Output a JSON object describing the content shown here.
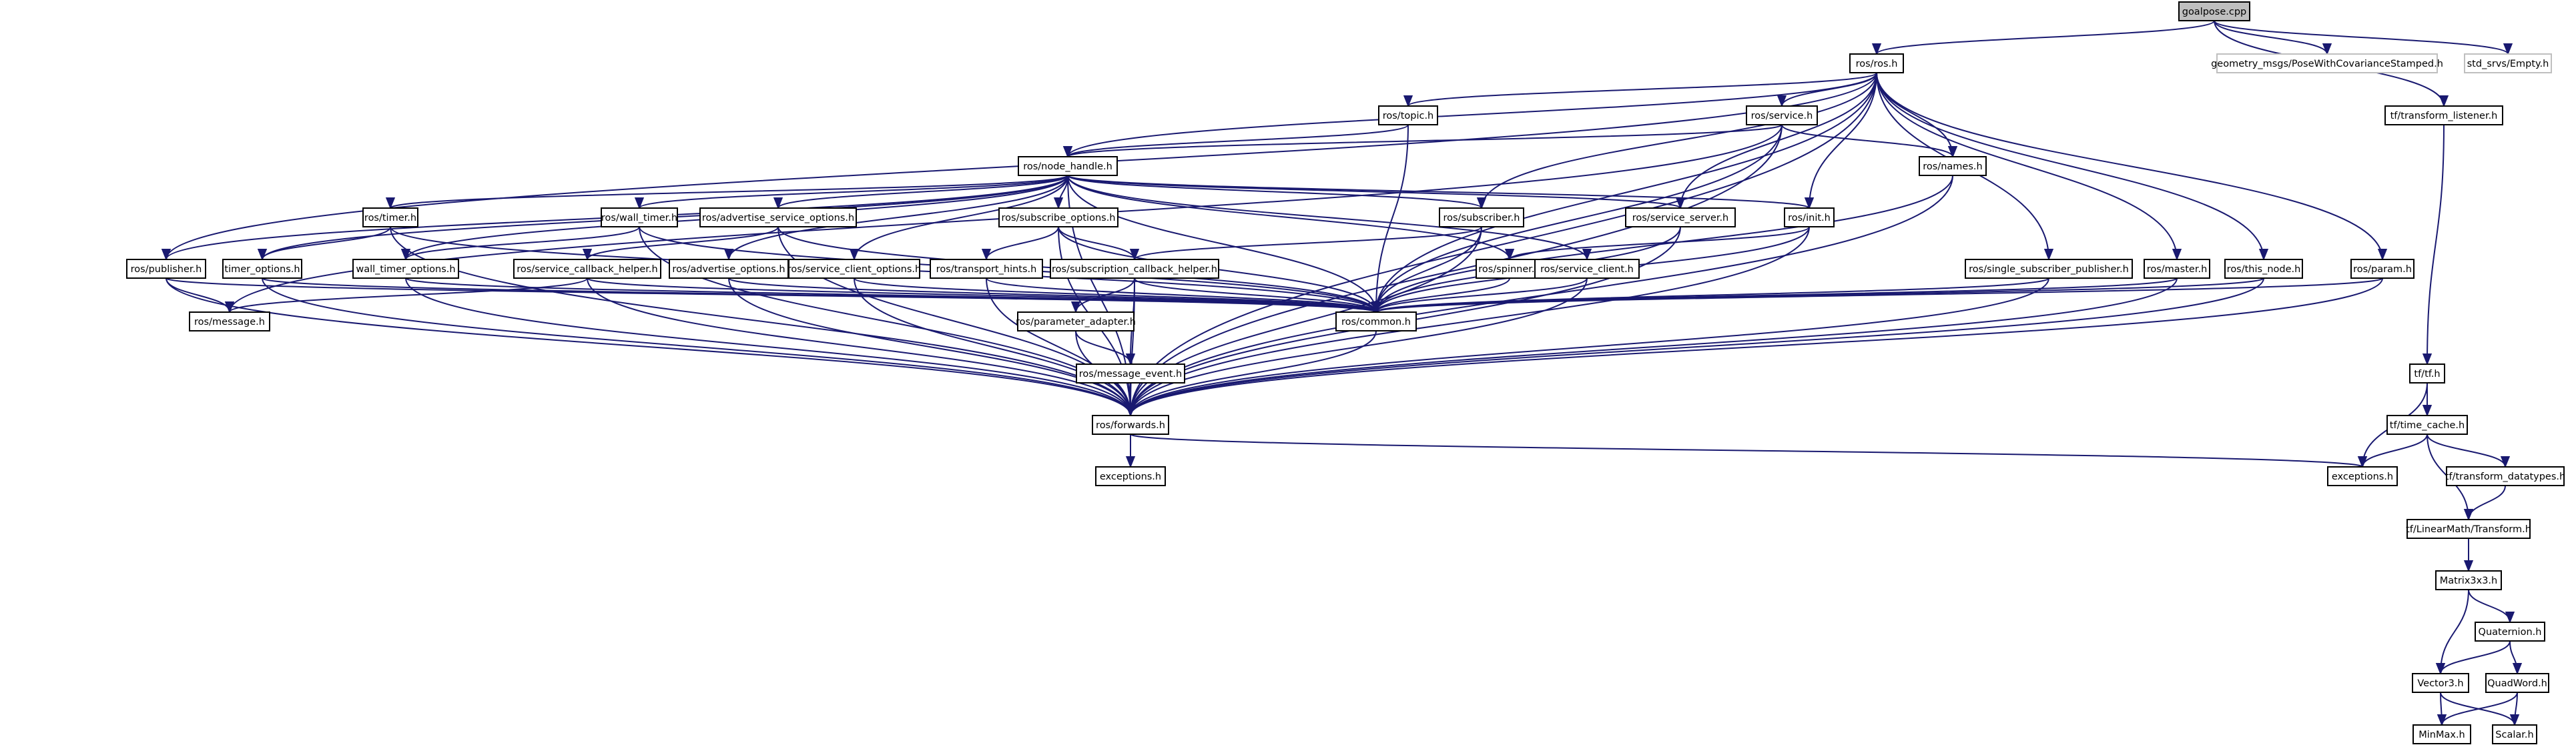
{
  "diagram": {
    "title": "",
    "edge_color": "#191970",
    "root_fill": "#bfbfbf",
    "external_border": "#bfbfbf",
    "nodes": [
      {
        "id": "goalpose",
        "label": "goalpose.cpp",
        "style": "root"
      },
      {
        "id": "ros_ros",
        "label": "ros/ros.h"
      },
      {
        "id": "geom",
        "label": "geometry_msgs/PoseWithCovarianceStamped.h",
        "style": "external"
      },
      {
        "id": "std_srvs",
        "label": "std_srvs/Empty.h",
        "style": "external"
      },
      {
        "id": "tf_listener",
        "label": "tf/transform_listener.h"
      },
      {
        "id": "topic",
        "label": "ros/topic.h"
      },
      {
        "id": "service",
        "label": "ros/service.h"
      },
      {
        "id": "node_handle",
        "label": "ros/node_handle.h"
      },
      {
        "id": "names",
        "label": "ros/names.h"
      },
      {
        "id": "timer",
        "label": "ros/timer.h"
      },
      {
        "id": "wall_timer",
        "label": "ros/wall_timer.h"
      },
      {
        "id": "adv_srv_opts",
        "label": "ros/advertise_service_options.h"
      },
      {
        "id": "sub_opts",
        "label": "ros/subscribe_options.h"
      },
      {
        "id": "subscriber",
        "label": "ros/subscriber.h"
      },
      {
        "id": "service_server",
        "label": "ros/service_server.h"
      },
      {
        "id": "init",
        "label": "ros/init.h"
      },
      {
        "id": "publisher",
        "label": "ros/publisher.h"
      },
      {
        "id": "timer_opts",
        "label": "timer_options.h"
      },
      {
        "id": "wall_timer_opts",
        "label": "wall_timer_options.h"
      },
      {
        "id": "srv_cb_helper",
        "label": "ros/service_callback_helper.h"
      },
      {
        "id": "adv_opts",
        "label": "ros/advertise_options.h"
      },
      {
        "id": "srv_client_opts",
        "label": "ros/service_client_options.h"
      },
      {
        "id": "transport_hints",
        "label": "ros/transport_hints.h"
      },
      {
        "id": "sub_cb_helper",
        "label": "ros/subscription_callback_helper.h"
      },
      {
        "id": "spinner",
        "label": "ros/spinner.h"
      },
      {
        "id": "service_client",
        "label": "ros/service_client.h"
      },
      {
        "id": "single_sub_pub",
        "label": "ros/single_subscriber_publisher.h"
      },
      {
        "id": "master",
        "label": "ros/master.h"
      },
      {
        "id": "this_node",
        "label": "ros/this_node.h"
      },
      {
        "id": "param",
        "label": "ros/param.h"
      },
      {
        "id": "message",
        "label": "ros/message.h"
      },
      {
        "id": "common",
        "label": "ros/common.h"
      },
      {
        "id": "param_adapter",
        "label": "ros/parameter_adapter.h"
      },
      {
        "id": "message_event",
        "label": "ros/message_event.h"
      },
      {
        "id": "forwards",
        "label": "ros/forwards.h"
      },
      {
        "id": "exceptions_ros",
        "label": "exceptions.h"
      },
      {
        "id": "tf_tf",
        "label": "tf/tf.h"
      },
      {
        "id": "time_cache",
        "label": "tf/time_cache.h"
      },
      {
        "id": "exceptions_tf",
        "label": "exceptions.h"
      },
      {
        "id": "transform_datatypes",
        "label": "tf/transform_datatypes.h"
      },
      {
        "id": "linearmath_transform",
        "label": "tf/LinearMath/Transform.h"
      },
      {
        "id": "matrix3x3",
        "label": "Matrix3x3.h"
      },
      {
        "id": "quaternion",
        "label": "Quaternion.h"
      },
      {
        "id": "vector3",
        "label": "Vector3.h"
      },
      {
        "id": "quadword",
        "label": "QuadWord.h"
      },
      {
        "id": "minmax",
        "label": "MinMax.h"
      },
      {
        "id": "scalar",
        "label": "Scalar.h"
      }
    ],
    "edges": [
      [
        "goalpose",
        "ros_ros"
      ],
      [
        "goalpose",
        "geom"
      ],
      [
        "goalpose",
        "std_srvs"
      ],
      [
        "goalpose",
        "tf_listener"
      ],
      [
        "ros_ros",
        "topic"
      ],
      [
        "ros_ros",
        "service"
      ],
      [
        "ros_ros",
        "node_handle"
      ],
      [
        "ros_ros",
        "names"
      ],
      [
        "ros_ros",
        "publisher"
      ],
      [
        "ros_ros",
        "subscriber"
      ],
      [
        "ros_ros",
        "service_server"
      ],
      [
        "ros_ros",
        "init"
      ],
      [
        "ros_ros",
        "single_sub_pub"
      ],
      [
        "ros_ros",
        "master"
      ],
      [
        "ros_ros",
        "this_node"
      ],
      [
        "ros_ros",
        "param"
      ],
      [
        "ros_ros",
        "common"
      ],
      [
        "ros_ros",
        "forwards"
      ],
      [
        "topic",
        "node_handle"
      ],
      [
        "topic",
        "common"
      ],
      [
        "service",
        "node_handle"
      ],
      [
        "service",
        "names"
      ],
      [
        "service",
        "common"
      ],
      [
        "service",
        "forwards"
      ],
      [
        "service",
        "message"
      ],
      [
        "names",
        "common"
      ],
      [
        "names",
        "forwards"
      ],
      [
        "node_handle",
        "timer"
      ],
      [
        "node_handle",
        "wall_timer"
      ],
      [
        "node_handle",
        "adv_srv_opts"
      ],
      [
        "node_handle",
        "sub_opts"
      ],
      [
        "node_handle",
        "subscriber"
      ],
      [
        "node_handle",
        "service_server"
      ],
      [
        "node_handle",
        "init"
      ],
      [
        "node_handle",
        "publisher"
      ],
      [
        "node_handle",
        "timer_opts"
      ],
      [
        "node_handle",
        "wall_timer_opts"
      ],
      [
        "node_handle",
        "adv_opts"
      ],
      [
        "node_handle",
        "srv_client_opts"
      ],
      [
        "node_handle",
        "spinner"
      ],
      [
        "node_handle",
        "service_client"
      ],
      [
        "node_handle",
        "common"
      ],
      [
        "node_handle",
        "forwards"
      ],
      [
        "timer",
        "timer_opts"
      ],
      [
        "timer",
        "forwards"
      ],
      [
        "timer",
        "common"
      ],
      [
        "wall_timer",
        "wall_timer_opts"
      ],
      [
        "wall_timer",
        "forwards"
      ],
      [
        "wall_timer",
        "common"
      ],
      [
        "adv_srv_opts",
        "srv_cb_helper"
      ],
      [
        "adv_srv_opts",
        "common"
      ],
      [
        "adv_srv_opts",
        "forwards"
      ],
      [
        "sub_opts",
        "transport_hints"
      ],
      [
        "sub_opts",
        "sub_cb_helper"
      ],
      [
        "sub_opts",
        "common"
      ],
      [
        "sub_opts",
        "forwards"
      ],
      [
        "subscriber",
        "sub_cb_helper"
      ],
      [
        "subscriber",
        "common"
      ],
      [
        "subscriber",
        "forwards"
      ],
      [
        "service_server",
        "common"
      ],
      [
        "service_server",
        "forwards"
      ],
      [
        "init",
        "spinner"
      ],
      [
        "init",
        "common"
      ],
      [
        "init",
        "forwards"
      ],
      [
        "publisher",
        "message"
      ],
      [
        "publisher",
        "forwards"
      ],
      [
        "publisher",
        "common"
      ],
      [
        "timer_opts",
        "forwards"
      ],
      [
        "timer_opts",
        "common"
      ],
      [
        "wall_timer_opts",
        "forwards"
      ],
      [
        "wall_timer_opts",
        "common"
      ],
      [
        "srv_cb_helper",
        "message"
      ],
      [
        "srv_cb_helper",
        "forwards"
      ],
      [
        "srv_cb_helper",
        "common"
      ],
      [
        "adv_opts",
        "forwards"
      ],
      [
        "adv_opts",
        "common"
      ],
      [
        "srv_client_opts",
        "forwards"
      ],
      [
        "srv_client_opts",
        "common"
      ],
      [
        "transport_hints",
        "forwards"
      ],
      [
        "transport_hints",
        "common"
      ],
      [
        "sub_cb_helper",
        "param_adapter"
      ],
      [
        "sub_cb_helper",
        "message_event"
      ],
      [
        "sub_cb_helper",
        "forwards"
      ],
      [
        "sub_cb_helper",
        "common"
      ],
      [
        "param_adapter",
        "message_event"
      ],
      [
        "param_adapter",
        "forwards"
      ],
      [
        "message_event",
        "forwards"
      ],
      [
        "spinner",
        "common"
      ],
      [
        "service_client",
        "common"
      ],
      [
        "service_client",
        "forwards"
      ],
      [
        "single_sub_pub",
        "common"
      ],
      [
        "single_sub_pub",
        "forwards"
      ],
      [
        "master",
        "common"
      ],
      [
        "master",
        "forwards"
      ],
      [
        "this_node",
        "common"
      ],
      [
        "this_node",
        "forwards"
      ],
      [
        "param",
        "common"
      ],
      [
        "param",
        "forwards"
      ],
      [
        "common",
        "forwards"
      ],
      [
        "forwards",
        "exceptions_ros"
      ],
      [
        "forwards",
        "exceptions_tf"
      ],
      [
        "tf_listener",
        "tf_tf"
      ],
      [
        "tf_tf",
        "exceptions_tf"
      ],
      [
        "tf_tf",
        "time_cache"
      ],
      [
        "time_cache",
        "exceptions_tf"
      ],
      [
        "time_cache",
        "transform_datatypes"
      ],
      [
        "time_cache",
        "linearmath_transform"
      ],
      [
        "transform_datatypes",
        "linearmath_transform"
      ],
      [
        "linearmath_transform",
        "matrix3x3"
      ],
      [
        "matrix3x3",
        "quaternion"
      ],
      [
        "matrix3x3",
        "vector3"
      ],
      [
        "quaternion",
        "vector3"
      ],
      [
        "quaternion",
        "quadword"
      ],
      [
        "vector3",
        "minmax"
      ],
      [
        "vector3",
        "scalar"
      ],
      [
        "quadword",
        "minmax"
      ],
      [
        "quadword",
        "scalar"
      ]
    ]
  }
}
